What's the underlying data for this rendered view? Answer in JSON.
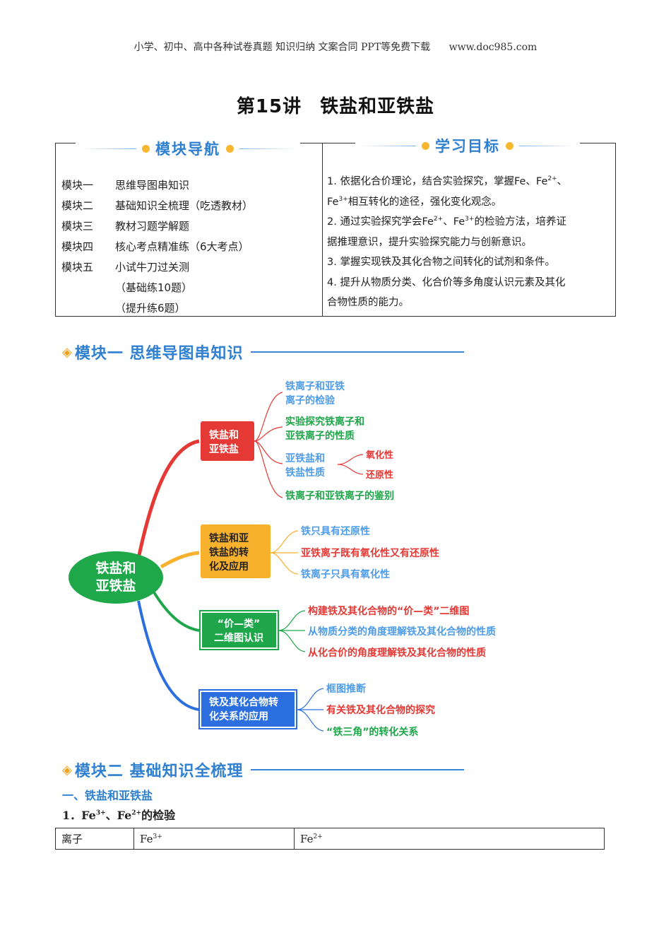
{
  "banner": {
    "text": "小学、初中、高中各种试卷真题 知识归纳 文案合同 PPT等免费下载",
    "url": "www.doc985.com"
  },
  "title": {
    "lecture": "第15讲",
    "topic": "铁盐和亚铁盐"
  },
  "nav": {
    "heading": "模块导航",
    "modules": [
      {
        "key": "模块一",
        "label": "思维导图串知识"
      },
      {
        "key": "模块二",
        "label": "基础知识全梳理（吃透教材）"
      },
      {
        "key": "模块三",
        "label": "教材习题学解题"
      },
      {
        "key": "模块四",
        "label": "核心考点精准练（6大考点）"
      },
      {
        "key": "模块五",
        "label": "小试牛刀过关测"
      }
    ],
    "sub": [
      "（基础练10题）",
      "（提升练6题）"
    ]
  },
  "goals": {
    "heading": "学习目标",
    "items": [
      [
        "1. 依据化合价理论，结合实验探究，掌握Fe、Fe",
        "2+",
        "、"
      ],
      [
        "Fe",
        "3+",
        "相互转化的途径，强化变化观念。"
      ],
      [
        "2. 通过实验探究学会Fe",
        "2+",
        "、Fe",
        "3+",
        "的检验方法，培养证"
      ],
      [
        "据推理意识，提升实验探究能力与创新意识。"
      ],
      [
        "3. 掌握实现铁及其化合物之间转化的试剂和条件。"
      ],
      [
        "4. 提升从物质分类、化合价等多角度认识元素及其化"
      ],
      [
        "合物性质的能力。"
      ]
    ]
  },
  "section1": {
    "heading": "模块一  思维导图串知识"
  },
  "mindmap": {
    "root": [
      "铁盐和",
      "亚铁盐"
    ],
    "colors": {
      "red": "#e53935",
      "orange": "#f7b12c",
      "green": "#1fa64a",
      "blue": "#2a6ee0",
      "lightblue": "#4e9ce8",
      "root": "#1ea84a"
    },
    "b1": {
      "label": [
        "铁盐和",
        "亚铁盐"
      ],
      "l1": [
        "铁离子和亚铁",
        "离子的检验"
      ],
      "l2": [
        "实验探究铁离子和",
        "亚铁离子的性质"
      ],
      "l3": [
        "亚铁盐和",
        "铁盐性质"
      ],
      "l3a": "氧化性",
      "l3b": "还原性",
      "l4": "铁离子和亚铁离子的鉴别"
    },
    "b2": {
      "label": [
        "铁盐和亚",
        "铁盐的转",
        "化及应用"
      ],
      "l1": "铁只具有还原性",
      "l2": "亚铁离子既有氧化性又有还原性",
      "l3": "铁离子只具有氧化性"
    },
    "b3": {
      "label": [
        "“价—类”",
        "二维图认识"
      ],
      "l1": "构建铁及其化合物的“价—类”二维图",
      "l2": "从物质分类的角度理解铁及其化合物的性质",
      "l3": "从化合价的角度理解铁及其化合物的性质"
    },
    "b4": {
      "label": [
        "铁及其化合物转",
        "化关系的应用"
      ],
      "l1": "框图推断",
      "l2": "有关铁及其化合物的探究",
      "l3": "“铁三角”的转化关系"
    }
  },
  "section2": {
    "heading": "模块二  基础知识全梳理"
  },
  "sub1": "一、铁盐和亚铁盐",
  "sub2": {
    "prefix": "1．Fe",
    "sup1": "3+",
    "mid": "、Fe",
    "sup2": "2+",
    "suffix": "的检验"
  },
  "table": {
    "header": {
      "c0": "离子",
      "c1": "Fe",
      "c1sup": "3+",
      "c2": "Fe",
      "c2sup": "2+"
    }
  }
}
